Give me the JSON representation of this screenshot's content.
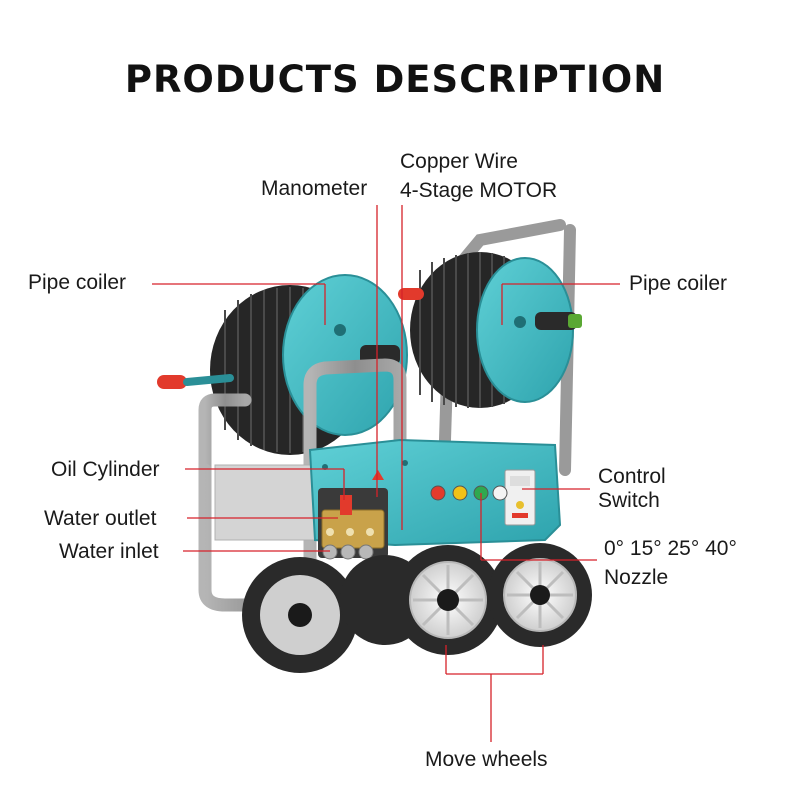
{
  "title": "PRODUCTS DESCRIPTION",
  "labels": {
    "copper_wire": "Copper Wire",
    "motor": "4-Stage MOTOR",
    "manometer": "Manometer",
    "pipe_coiler_left": "Pipe coiler",
    "pipe_coiler_right": "Pipe coiler",
    "oil_cylinder": "Oil Cylinder",
    "water_outlet": "Water outlet",
    "water_inlet": "Water inlet",
    "control": "Control",
    "switch": "Switch",
    "nozzle_angles": "0° 15° 25° 40°",
    "nozzle": "Nozzle",
    "move_wheels": "Move wheels"
  },
  "colors": {
    "leader_line": "#d6222a",
    "body_teal": "#47bcc4",
    "frame_grey": "#9a9a9a",
    "hose_black": "#262626",
    "handle_red": "#e23a2c",
    "wheel_grey": "#d8d8d8",
    "brass": "#c9a24a"
  },
  "nozzle_colors": [
    "#e33b2c",
    "#f2c218",
    "#2fa84f",
    "#f4f4f4"
  ]
}
